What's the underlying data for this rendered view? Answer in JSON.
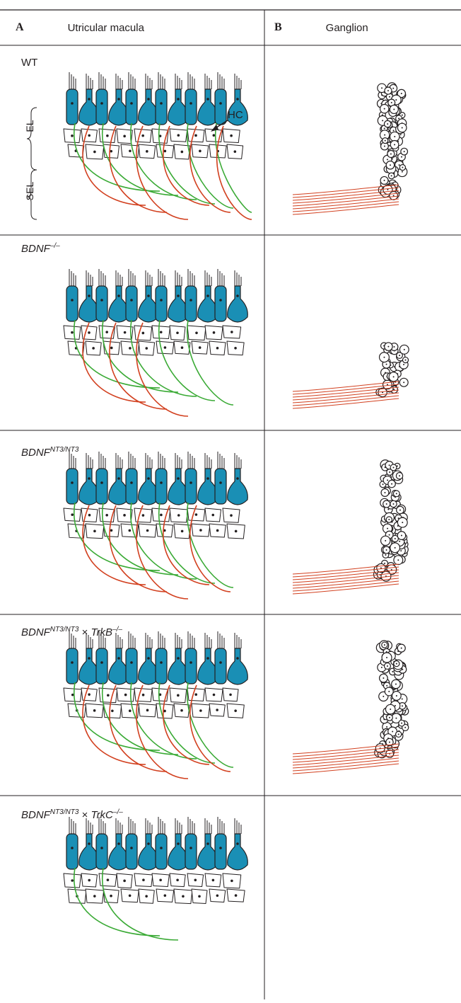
{
  "header": {
    "panel_a_letter": "A",
    "panel_a_title": "Utricular macula",
    "panel_b_letter": "B",
    "panel_b_title": "Ganglion"
  },
  "rows": [
    {
      "id": "wt",
      "label_main": "WT",
      "label_sup": "",
      "label_mid": "",
      "label_mid2": "",
      "label_sup2": "",
      "green_fibers": 6,
      "red_fibers": 6,
      "ganglion_size": "large",
      "ganglion_fibers": 8
    },
    {
      "id": "bdnf-ko",
      "label_main": "BDNF",
      "label_sup": "–/–",
      "label_mid": "",
      "label_mid2": "",
      "label_sup2": "",
      "green_fibers": 5,
      "red_fibers": 3,
      "ganglion_size": "small",
      "ganglion_fibers": 7
    },
    {
      "id": "bdnf-nt3",
      "label_main": "BDNF",
      "label_sup": "NT3/NT3",
      "label_mid": "",
      "label_mid2": "",
      "label_sup2": "",
      "green_fibers": 5,
      "red_fibers": 5,
      "ganglion_size": "large",
      "ganglion_fibers": 8
    },
    {
      "id": "bdnf-nt3-trkb",
      "label_main": "BDNF",
      "label_sup": "NT3/NT3",
      "label_mid": " × ",
      "label_mid2": "TrkB",
      "label_sup2": "–/–",
      "green_fibers": 5,
      "red_fibers": 5,
      "ganglion_size": "large",
      "ganglion_fibers": 8
    },
    {
      "id": "bdnf-nt3-trkc",
      "label_main": "BDNF",
      "label_sup": "NT3/NT3",
      "label_mid": " × ",
      "label_mid2": "TrkC",
      "label_sup2": "–/–",
      "green_fibers": 2,
      "red_fibers": 0,
      "ganglion_size": "none",
      "ganglion_fibers": 0
    }
  ],
  "annotations": {
    "hc_label": "HC",
    "el_label": "EL",
    "sel_label": "SEL"
  },
  "colors": {
    "hair_cell_fill": "#1a8fb5",
    "green_fiber": "#3aaa35",
    "red_fiber": "#d2401f",
    "outline": "#231f20",
    "grid": "#231f20"
  }
}
